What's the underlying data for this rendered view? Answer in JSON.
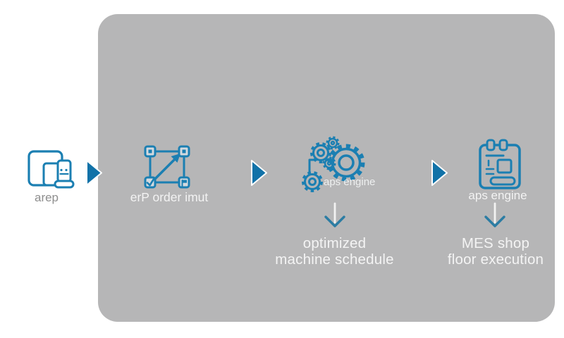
{
  "colors": {
    "panel_bg": "#b6b6b7",
    "icon_blue": "#1b7fb2",
    "flow_arrow_blue": "#1172a8",
    "chevron_blue": "#2b7ca3",
    "text_white": "#f3f3f3",
    "text_gray": "#8e8e8e",
    "node_square_fill": "#d3dadf"
  },
  "diagram": {
    "steps": {
      "devices": {
        "label": "arep",
        "icon": "devices-icon"
      },
      "erp_input": {
        "label": "erP order imut",
        "icon": "erp-network-icon"
      },
      "aps_engine": {
        "label": "aps engine",
        "icon": "gears-icon"
      },
      "mes": {
        "label": "aps engine",
        "icon": "clipboard-icon"
      }
    },
    "callouts": {
      "schedule": {
        "line1": "optimized",
        "line2": "machine schedule"
      },
      "execution": {
        "line1": "MES shop",
        "line2": "floor execution"
      }
    }
  }
}
